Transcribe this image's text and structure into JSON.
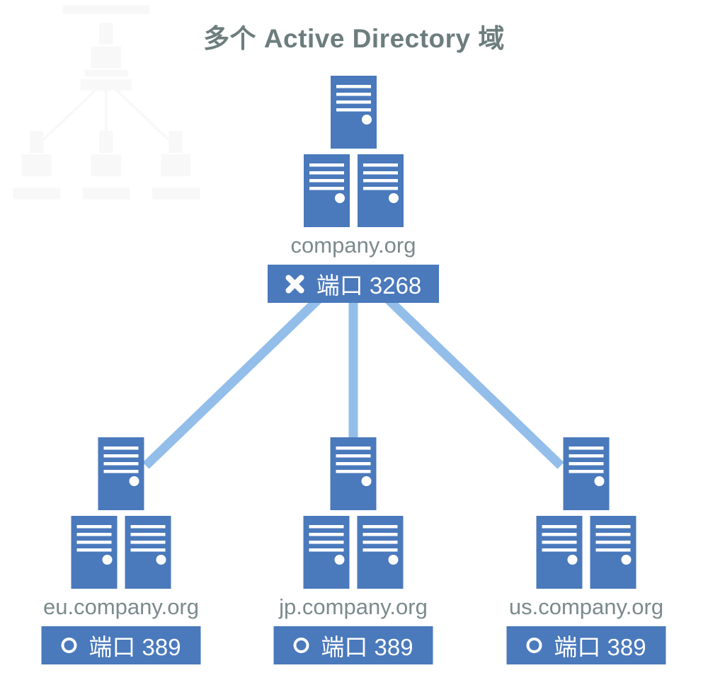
{
  "title": "多个 Active Directory 域",
  "colors": {
    "server_blue": "#4a79bc",
    "badge_blue": "#4a79bc",
    "connector_light_blue": "#92bee9",
    "title_gray": "#6d7d7d",
    "label_gray": "#7c8a8c",
    "badge_text_white": "#ffffff"
  },
  "root_cluster": {
    "domain": "company.org",
    "port_label": "端口 3268",
    "port_icon": "x-icon",
    "server_count": 3
  },
  "child_clusters": [
    {
      "domain": "eu.company.org",
      "port_label": "端口 389",
      "port_icon": "ring-icon",
      "server_count": 3
    },
    {
      "domain": "jp.company.org",
      "port_label": "端口 389",
      "port_icon": "ring-icon",
      "server_count": 3
    },
    {
      "domain": "us.company.org",
      "port_label": "端口 389",
      "port_icon": "ring-icon",
      "server_count": 3
    }
  ]
}
